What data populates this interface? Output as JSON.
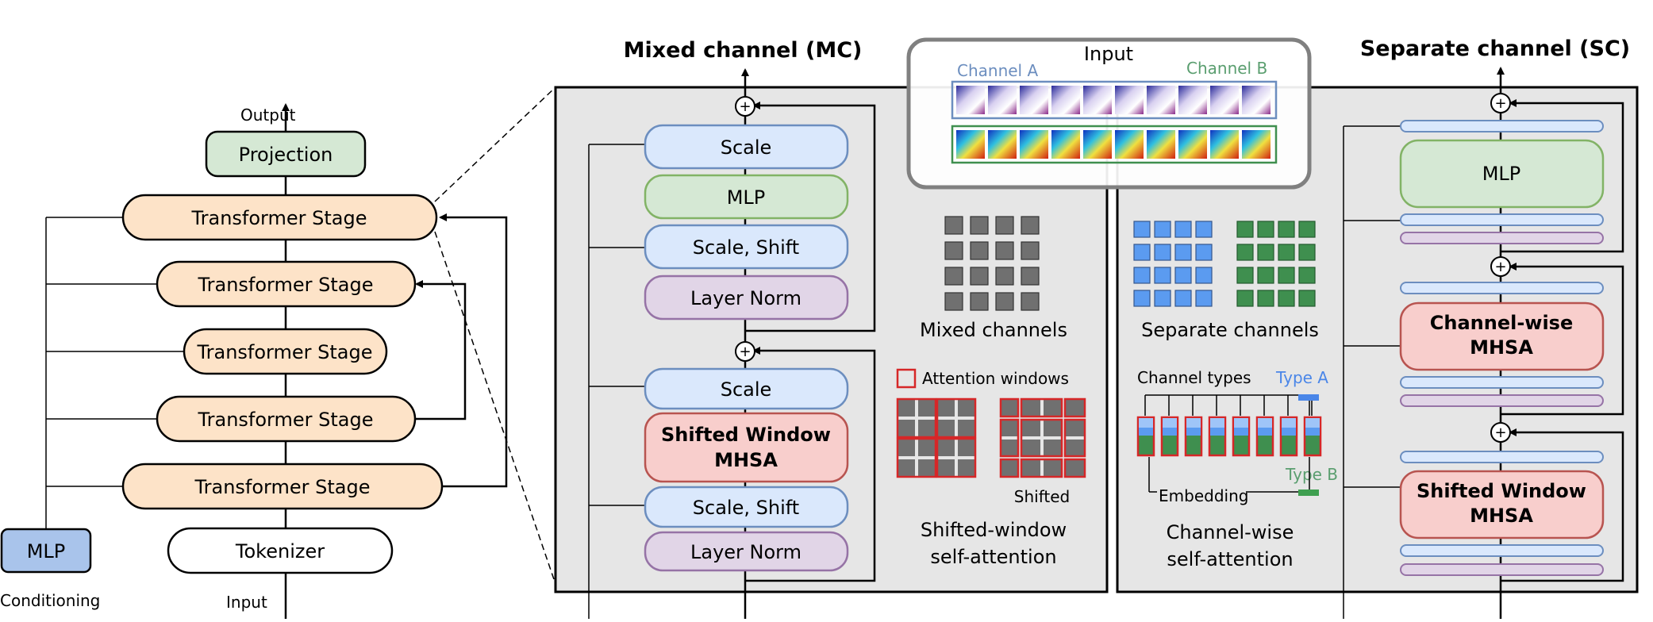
{
  "left": {
    "output_label": "Output",
    "input_label": "Input",
    "projection": "Projection",
    "stages": [
      "Transformer Stage",
      "Transformer Stage",
      "Transformer Stage",
      "Transformer Stage",
      "Transformer Stage"
    ],
    "tokenizer": "Tokenizer",
    "mlp": "MLP",
    "conditioning": "Conditioning"
  },
  "mc": {
    "title": "Mixed channel (MC)",
    "blocks": {
      "scale1": "Scale",
      "mlp": "MLP",
      "scale_shift1": "Scale, Shift",
      "layer_norm1": "Layer Norm",
      "scale2": "Scale",
      "swin_line1": "Shifted Window",
      "swin_line2": "MHSA",
      "scale_shift2": "Scale, Shift",
      "layer_norm2": "Layer Norm"
    },
    "mixed_channels": "Mixed channels",
    "attention_windows": "Attention windows",
    "shifted": "Shifted",
    "caption_line1": "Shifted-window",
    "caption_line2": "self-attention"
  },
  "input_panel": {
    "title": "Input",
    "channel_a": "Channel A",
    "channel_b": "Channel B"
  },
  "sc": {
    "title": "Separate channel (SC)",
    "separate_channels": "Separate channels",
    "channel_types": "Channel types",
    "type_a": "Type A",
    "type_b": "Type B",
    "embedding": "Embedding",
    "caption_line1": "Channel-wise",
    "caption_line2": "self-attention",
    "mlp": "MLP",
    "cw_line1": "Channel-wise",
    "cw_line2": "MHSA",
    "swin_line1": "Shifted Window",
    "swin_line2": "MHSA"
  },
  "colors": {
    "orange_fill": "#fde3c8",
    "green_fill": "#d5e8d4",
    "blue_fill": "#dae8fc",
    "purple_fill": "#e1d5e7",
    "red_fill": "#f8cecc",
    "panel_gray": "#e6e6e6",
    "channel_a": "#6c8ebf",
    "channel_b": "#5a9e6f"
  }
}
